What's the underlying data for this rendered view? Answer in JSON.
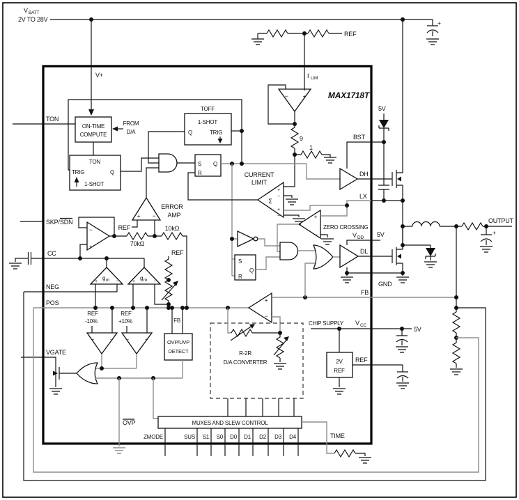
{
  "diagram": {
    "part_number": "MAX1718T",
    "kind": "functional block diagram",
    "colors": {
      "wire": "#111111",
      "wire_alt": "#8f8f8f",
      "background": "#ffffff"
    }
  },
  "pins": {
    "vplus": "V+",
    "ton": "TON",
    "skp": "SKP/",
    "sdn": "SDN",
    "cc": "CC",
    "neg": "NEG",
    "pos": "POS",
    "vgate": "VGATE",
    "ovp": "OVP",
    "ilim_i": "I",
    "ilim_sub": "LIM",
    "bst": "BST",
    "dh": "DH",
    "lx": "LX",
    "vdd_v": "V",
    "vdd_sub": "DD",
    "dl": "DL",
    "gnd": "GND",
    "fb": "FB",
    "vcc_v": "V",
    "vcc_sub": "CC",
    "ref": "REF",
    "time": "TIME",
    "zmode": "ZMODE",
    "sus": "SUS",
    "s1": "S1",
    "s0": "S0",
    "d0": "D0",
    "d1": "D1",
    "d2": "D2",
    "d3": "D3",
    "d4": "D4"
  },
  "blocks": {
    "on_time_1": "ON-TIME",
    "on_time_2": "COMPUTE",
    "ton_shot_title": "TON",
    "one_shot": "1-SHOT",
    "trig": "TRIG",
    "q": "Q",
    "s": "S",
    "r": "R",
    "toff_title": "TOFF",
    "current_limit_1": "CURRENT",
    "current_limit_2": "LIMIT",
    "sigma": "Σ",
    "error_amp_1": "ERROR",
    "error_amp_2": "AMP",
    "zero_crossing": "ZERO CROSSING",
    "ovp_uvp_1": "OVP/UVP",
    "ovp_uvp_2": "DETECT",
    "dac_1": "R-2R",
    "dac_2": "D/A CONVERTER",
    "vref_1": "2V",
    "vref_2": "REF",
    "mux": "MUXES AND SLEW CONTROL",
    "gm_g": "g",
    "gm_sub": "m"
  },
  "labels": {
    "vbatt_v": "V",
    "vbatt_sub": "BATT",
    "vbatt_range": "2V TO 28V",
    "ref": "REF",
    "five_v": "5V",
    "from_1": "FROM",
    "from_2": "D/A",
    "ref_minus_1": "REF",
    "ref_minus_2": "-10%",
    "ref_plus_1": "REF",
    "ref_plus_2": "+10%",
    "fb_node": "FB",
    "chip_supply": "CHIP SUPPLY",
    "output": "OUTPUT",
    "plus": "+",
    "minus": "−"
  },
  "values": {
    "r_70k": "70kΩ",
    "r_10k": "10kΩ",
    "r_9": "9",
    "r_1": "1"
  }
}
